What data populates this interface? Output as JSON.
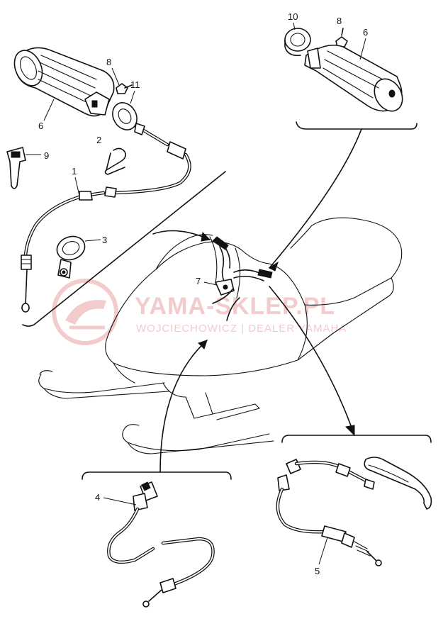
{
  "watermark": {
    "brand": "YAMA-SKLEP.PL",
    "tagline": "WOJCIECHOWICZ | DEALER YAMAHA",
    "color": "#f2cccc"
  },
  "callouts": {
    "c1": "1",
    "c2": "2",
    "c3": "3",
    "c4": "4",
    "c5": "5",
    "c6_left": "6",
    "c6_right": "6",
    "c7": "7",
    "c8_left": "8",
    "c8_right": "8",
    "c9": "9",
    "c10": "10",
    "c11": "11"
  }
}
